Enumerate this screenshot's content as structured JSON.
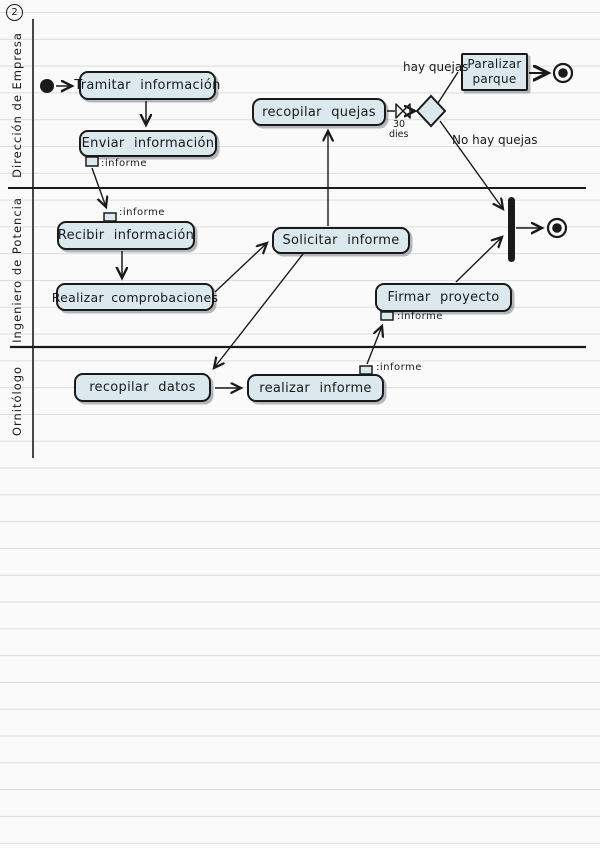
{
  "colors": {
    "paper": "#fafafa",
    "rule_line": "#dcdcdc",
    "ink": "#1a1a1a",
    "node_fill": "#dbe8ee"
  },
  "page": {
    "number": "2"
  },
  "lanes": [
    {
      "label": "Dirección de Empresa"
    },
    {
      "label": "Ingeniero de Potencia"
    },
    {
      "label": "Ornitólogo"
    }
  ],
  "activities": [
    {
      "id": "tramitar",
      "label": "Tramitar información"
    },
    {
      "id": "enviar",
      "label": "Enviar información"
    },
    {
      "id": "recopilar-quejas",
      "label": "recopilar quejas"
    },
    {
      "id": "paralizar",
      "line1": "Paralizar",
      "line2": "parque"
    },
    {
      "id": "recibir",
      "label": "Recibir información"
    },
    {
      "id": "solicitar",
      "label": "Solicitar informe"
    },
    {
      "id": "realizar-comprobaciones",
      "label": "Realizar comprobaciones"
    },
    {
      "id": "firmar",
      "label": "Firmar proyecto"
    },
    {
      "id": "recopilar-datos",
      "label": "recopilar datos"
    },
    {
      "id": "realizar-informe",
      "label": "realizar informe"
    }
  ],
  "edge_labels": {
    "hay_quejas": "hay quejas",
    "no_hay_quejas": "No hay quejas",
    "timer_value": "30",
    "timer_unit": "dies"
  },
  "pins": [
    {
      "label": ":informe"
    },
    {
      "label": ":informe"
    },
    {
      "label": ":informe"
    },
    {
      "label": ":informe"
    }
  ]
}
